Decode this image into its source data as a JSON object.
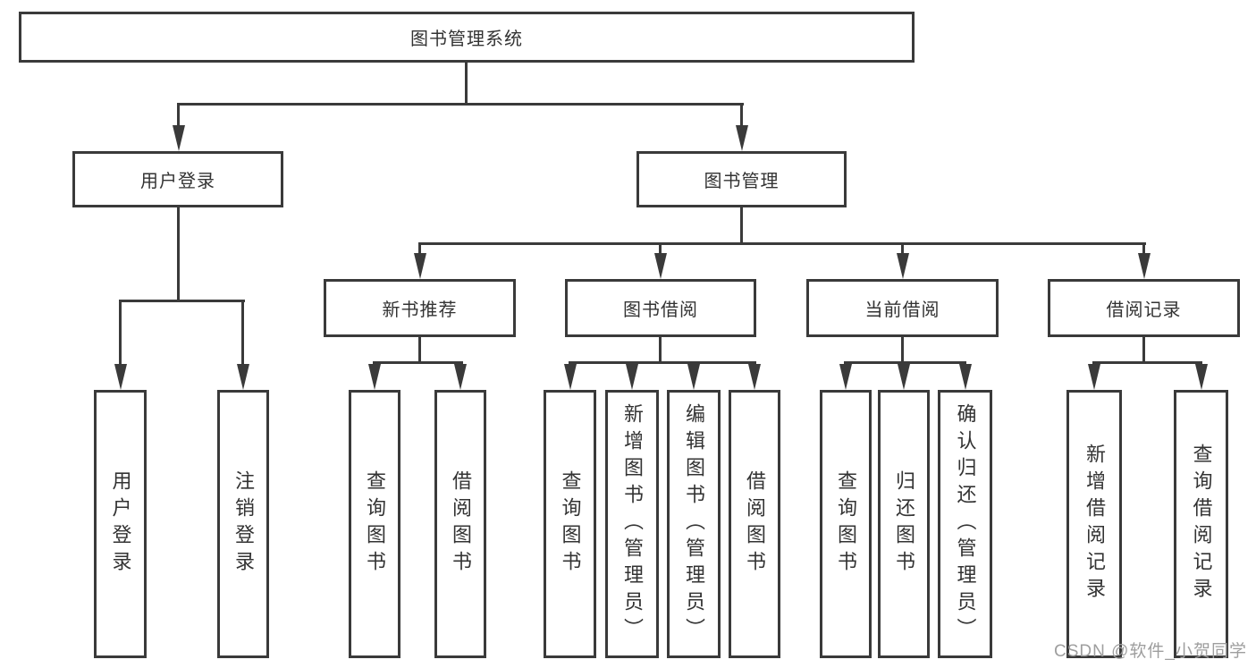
{
  "colors": {
    "line": "#3a3a3a",
    "box_border": "#3a3a3a",
    "text": "#333333",
    "background": "#ffffff",
    "watermark_text": "#9e9e9e"
  },
  "watermark": {
    "text": "CSDN @软件_小贺同学"
  },
  "tree": {
    "root": {
      "label": "图书管理系统",
      "children": [
        {
          "label": "用户登录",
          "children": [
            {
              "label": "用户登录"
            },
            {
              "label": "注销登录"
            }
          ]
        },
        {
          "label": "图书管理",
          "children": [
            {
              "label": "新书推荐",
              "children": [
                {
                  "label": "查询图书"
                },
                {
                  "label": "借阅图书"
                }
              ]
            },
            {
              "label": "图书借阅",
              "children": [
                {
                  "label": "查询图书"
                },
                {
                  "label": "新增图书（管理员）"
                },
                {
                  "label": "编辑图书（管理员）"
                },
                {
                  "label": "借阅图书"
                }
              ]
            },
            {
              "label": "当前借阅",
              "children": [
                {
                  "label": "查询图书"
                },
                {
                  "label": "归还图书"
                },
                {
                  "label": "确认归还（管理员）"
                }
              ]
            },
            {
              "label": "借阅记录",
              "children": [
                {
                  "label": "新增借阅记录"
                },
                {
                  "label": "查询借阅记录"
                }
              ]
            }
          ]
        }
      ]
    }
  }
}
